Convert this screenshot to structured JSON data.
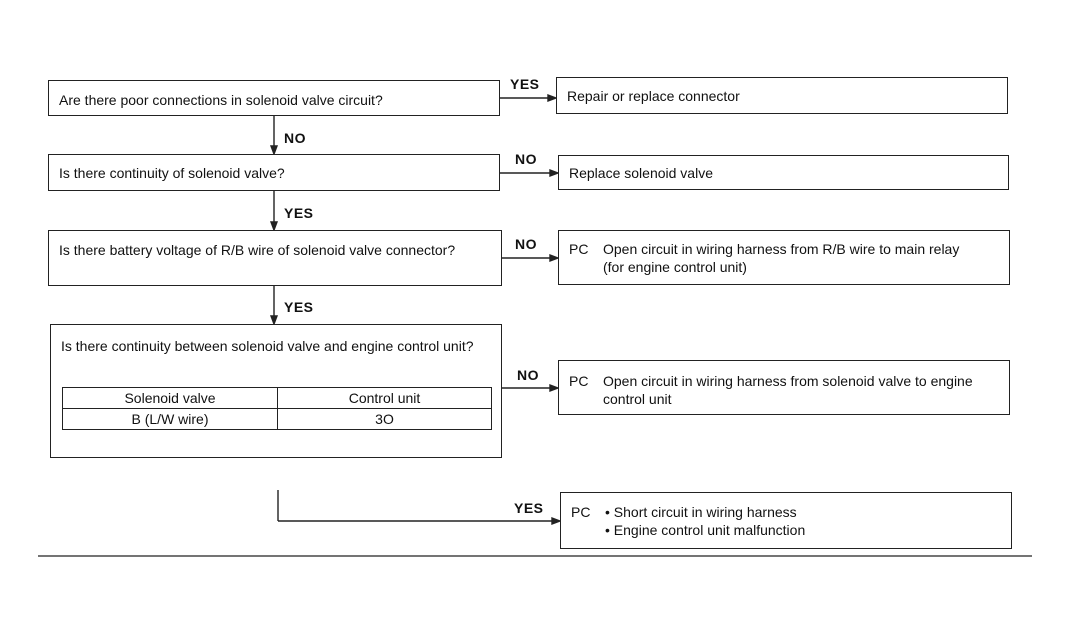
{
  "steps": {
    "q1": "Are there poor connections in solenoid valve circuit?",
    "q2": "Is there continuity of solenoid valve?",
    "q3": "Is there battery voltage of R/B wire of solenoid valve connector?",
    "q4": "Is there continuity between solenoid valve and engine control unit?"
  },
  "actions": {
    "a1": "Repair or replace connector",
    "a2": "Replace solenoid valve",
    "a3_tag": "PC",
    "a3": "Open circuit in wiring harness from R/B wire to main relay (for engine control unit)",
    "a4_tag": "PC",
    "a4": "Open circuit in wiring harness from solenoid valve to engine control unit",
    "a5_tag": "PC",
    "a5_items": [
      "Short circuit in wiring harness",
      "Engine control unit malfunction"
    ]
  },
  "labels": {
    "l1": "YES",
    "l2": "NO",
    "l3": "NO",
    "l4": "YES",
    "l5": "NO",
    "l6": "YES",
    "l7": "NO",
    "l8": "YES"
  },
  "table": {
    "headers": [
      "Solenoid valve",
      "Control unit"
    ],
    "row": [
      "B (L/W wire)",
      "3O"
    ]
  }
}
